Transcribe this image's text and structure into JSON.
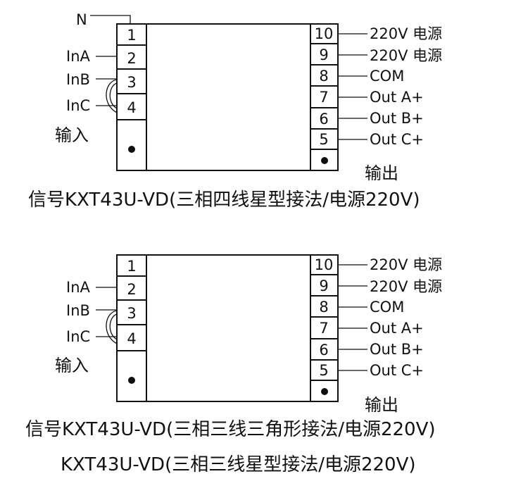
{
  "diagram_top": {
    "left_terminals": [
      "1",
      "2",
      "3",
      "4"
    ],
    "right_terminals": [
      "10",
      "9",
      "8",
      "7",
      "6",
      "5"
    ],
    "neutral_label": "N",
    "inputs": [
      "InA",
      "InB",
      "InC"
    ],
    "outputs": [
      "220V 电源",
      "220V 电源",
      "COM",
      "Out A+",
      "Out B+",
      "Out C+"
    ],
    "input_title": "输入",
    "output_title": "输出",
    "caption": "信号KXT43U-VD(三相四线星型接法/电源220V)"
  },
  "diagram_bottom": {
    "left_terminals": [
      "1",
      "2",
      "3",
      "4"
    ],
    "right_terminals": [
      "10",
      "9",
      "8",
      "7",
      "6",
      "5"
    ],
    "inputs": [
      "InA",
      "InB",
      "InC"
    ],
    "outputs": [
      "220V 电源",
      "220V 电源",
      "COM",
      "Out A+",
      "Out B+",
      "Out C+"
    ],
    "input_title": "输入",
    "output_title": "输出",
    "caption": "信号KXT43U-VD(三相三线三角形接法/电源220V)",
    "caption2": "KXT43U-VD(三相三线星型接法/电源220V)"
  }
}
